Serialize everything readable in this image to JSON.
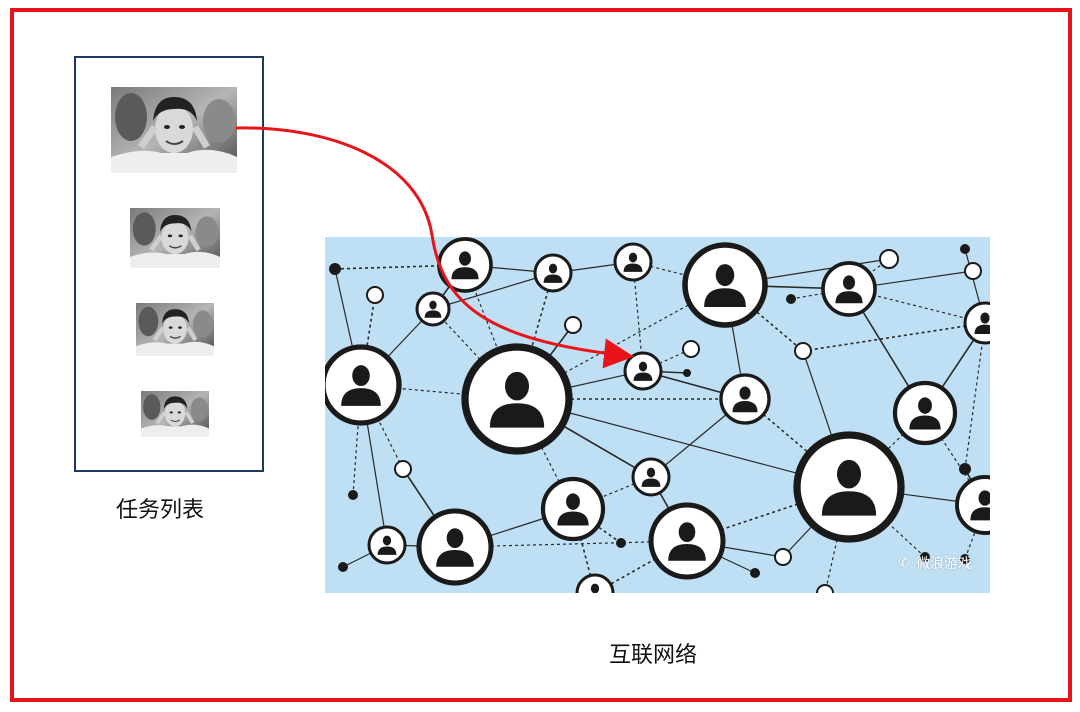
{
  "task_list": {
    "caption": "任务列表",
    "thumbnail_count": 4
  },
  "network": {
    "caption": "互联网络",
    "watermark": "微浪游戏",
    "watermark_icon": "wechat-icon"
  },
  "colors": {
    "frame_red": "#e8141a",
    "panel_border": "#1f3864",
    "network_bg": "#bfdff4",
    "node_dark": "#1a1a1a"
  }
}
